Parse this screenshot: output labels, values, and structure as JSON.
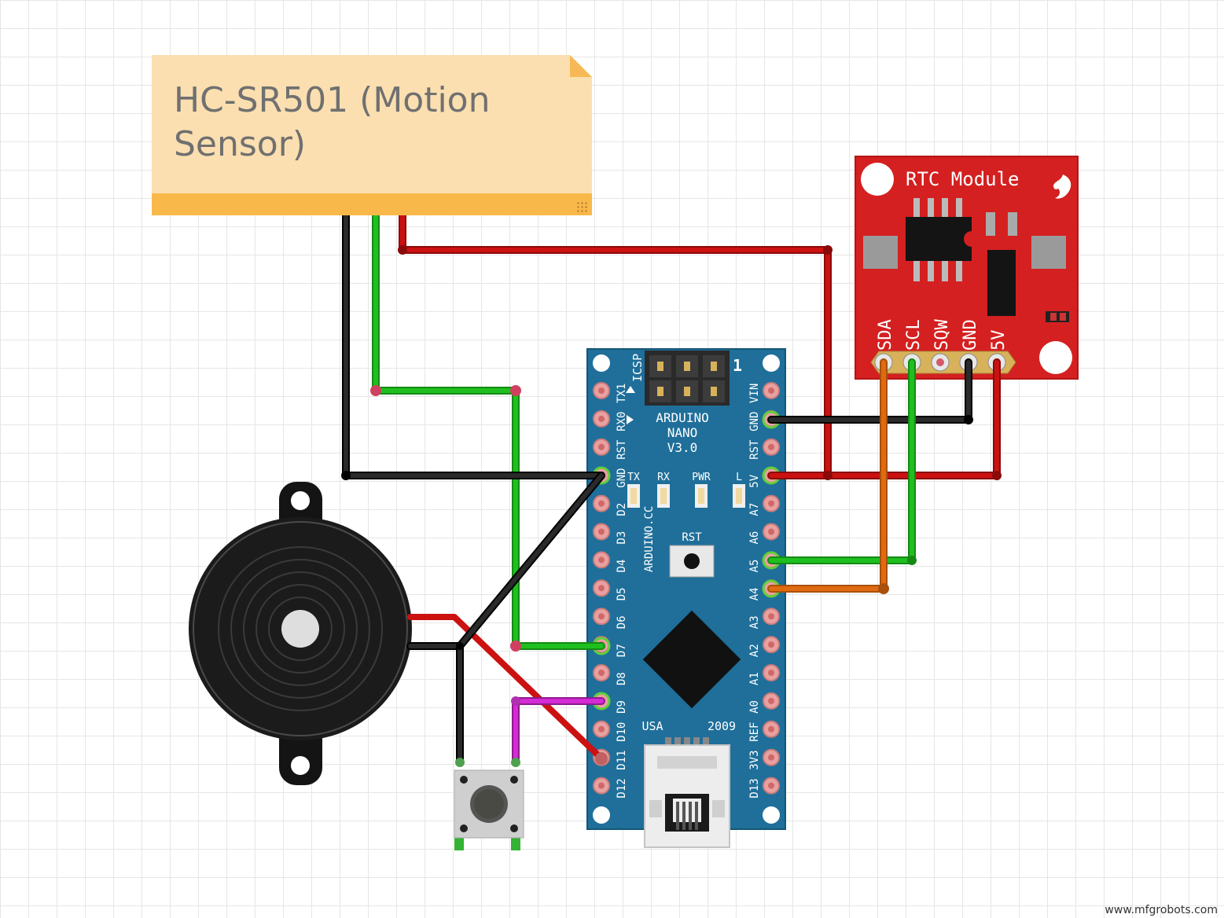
{
  "note": {
    "title": "HC-SR501 (Motion Sensor)"
  },
  "rtc": {
    "title": "RTC Module",
    "pins": [
      "SDA",
      "SCL",
      "SQW",
      "GND",
      "5V"
    ]
  },
  "nano": {
    "name_lines": [
      "ARDUINO",
      "NANO",
      "V3.0"
    ],
    "icsp_label": "ICSP",
    "icsp_pin1": "1",
    "side_text": "ARDUINO.CC",
    "led_labels": [
      "TX",
      "RX",
      "PWR",
      "L"
    ],
    "reset_label": "RST",
    "country": "USA",
    "year": "2009",
    "left_pins": [
      "TX1",
      "RX0",
      "RST",
      "GND",
      "D2",
      "D3",
      "D4",
      "D5",
      "D6",
      "D7",
      "D8",
      "D9",
      "D10",
      "D11",
      "D12"
    ],
    "right_pins": [
      "VIN",
      "GND",
      "RST",
      "5V",
      "A7",
      "A6",
      "A5",
      "A4",
      "A3",
      "A2",
      "A1",
      "A0",
      "REF",
      "3V3",
      "D13"
    ]
  },
  "colors": {
    "wire_red": "#cc1111",
    "wire_black": "#222222",
    "wire_green": "#1fbf1f",
    "wire_orange": "#e06a10",
    "wire_magenta": "#d42bd4",
    "rtc_board": "#d42020",
    "nano_board": "#1f6f9a",
    "note_fill": "#fbdfb0",
    "note_bar": "#f9b94a"
  },
  "watermark": "www.mfgrobots.com"
}
